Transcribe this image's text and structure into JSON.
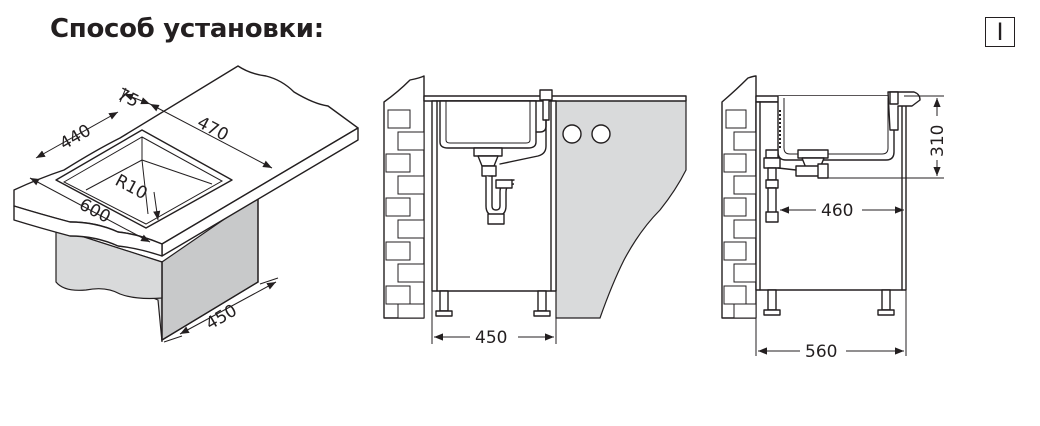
{
  "page": {
    "title": "Способ установки:",
    "badge": "I"
  },
  "diagram_iso": {
    "dim_flange": "75",
    "dim_bowl_width": "440",
    "dim_bowl_length": "470",
    "dim_corner_radius": "R10",
    "dim_top_width": "600",
    "dim_cabinet": "450"
  },
  "diagram_front": {
    "dim_cabinet_width": "450"
  },
  "diagram_side": {
    "dim_height": "310",
    "dim_depth_inner": "460",
    "dim_depth_total": "560"
  },
  "colors": {
    "line": "#231f20",
    "cabinet_fill": "#d9dadb",
    "background": "#ffffff"
  }
}
